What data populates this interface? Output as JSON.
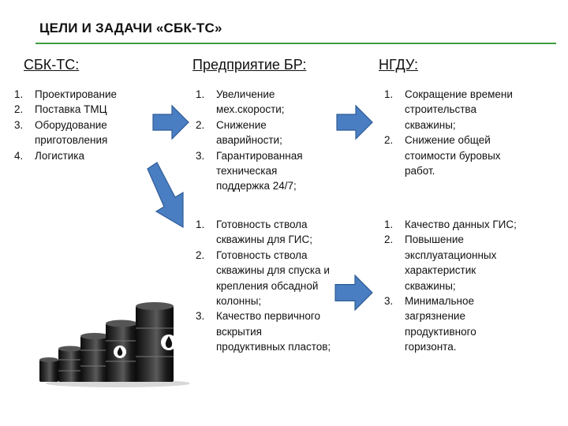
{
  "title": "ЦЕЛИ И ЗАДАЧИ «СБК-ТС»",
  "colors": {
    "rule": "#3e9e3e",
    "arrow": "#4a7ec3",
    "arrow_edge": "#2e5c95",
    "barrel": "#1f1f1f"
  },
  "columns": [
    {
      "heading": "СБК-ТС:"
    },
    {
      "heading": "Предприятие БР:"
    },
    {
      "heading": "НГДУ:"
    }
  ],
  "lists": {
    "sbk": [
      {
        "num": "1.",
        "text": "Проектирование"
      },
      {
        "num": "2.",
        "text": "Поставка ТМЦ"
      },
      {
        "num": "3.",
        "text": "Оборудование приготовления"
      },
      {
        "num": "4.",
        "text": "Логистика"
      }
    ],
    "br_top": [
      {
        "num": "1.",
        "text": "Увеличение мех.скорости;"
      },
      {
        "num": "2.",
        "text": "Снижение аварийности;"
      },
      {
        "num": "3.",
        "text": "Гарантированная техническая поддержка 24/7;"
      }
    ],
    "ngdu_top": [
      {
        "num": "1.",
        "text": "Сокращение времени строительства скважины;"
      },
      {
        "num": "2.",
        "text": "Снижение общей стоимости буровых работ."
      }
    ],
    "br_bottom": [
      {
        "num": "1.",
        "text": "Готовность ствола скважины для ГИС;"
      },
      {
        "num": "2.",
        "text": "Готовность ствола скважины для спуска и крепления обсадной колонны;"
      },
      {
        "num": "3.",
        "text": "Качество первичного вскрытия продуктивных пластов;"
      }
    ],
    "ngdu_bottom": [
      {
        "num": "1.",
        "text": "Качество данных ГИС;"
      },
      {
        "num": "2.",
        "text": "Повышение эксплуатационных характеристик скважины;"
      },
      {
        "num": "3.",
        "text": "Минимальное загрязнение продуктивного горизонта."
      }
    ]
  },
  "icons": {
    "arrows": [
      "arrow-right-icon",
      "arrow-right-icon",
      "arrow-diagonal-down-right-icon",
      "arrow-right-icon"
    ],
    "barrels": "oil-barrels-icon"
  }
}
